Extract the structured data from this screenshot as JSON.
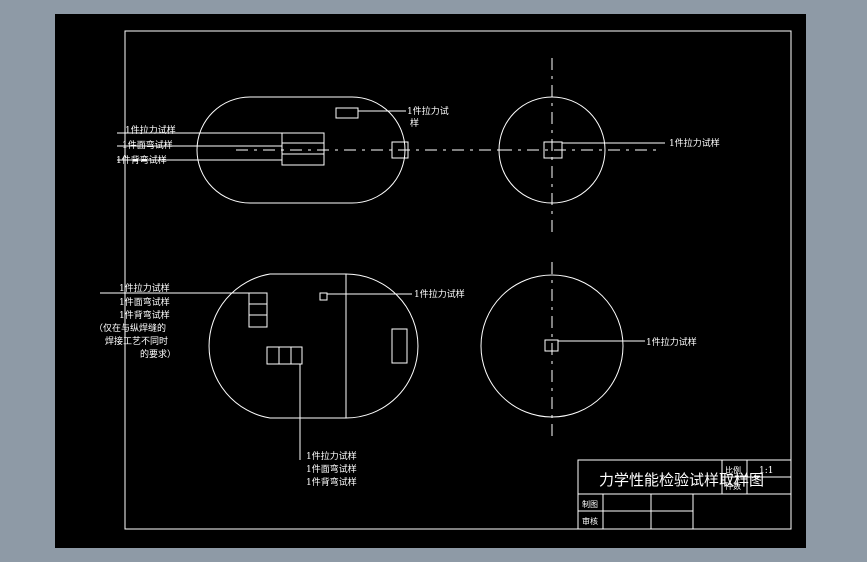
{
  "title_block": {
    "drawing_title": "力学性能检验试样取样图",
    "scale_label": "比例",
    "scale_value": "1:1",
    "count_label": "件数",
    "drawn_label": "制图",
    "checked_label": "审核"
  },
  "labels": {
    "top_left_tensile_right_line1": "1件拉力试",
    "top_left_tensile_right_line2": "样",
    "top_left_tensile_left": "1件拉力试样",
    "top_left_face_bend": "1件面弯试样",
    "top_left_back_bend": "1件背弯试样",
    "top_right_tensile": "1件拉力试样",
    "bottom_left_tensile": "1件拉力试样",
    "bottom_left_face_bend": "1件面弯试样",
    "bottom_left_back_bend": "1件背弯试样",
    "bottom_left_note_line1": "（仅在与纵焊缝的",
    "bottom_left_note_line2": "焊接工艺不同时",
    "bottom_left_note_line3": "的要求）",
    "bottom_left_tensile_right": "1件拉力试样",
    "bottom_center_tensile": "1件拉力试样",
    "bottom_center_face_bend": "1件面弯试样",
    "bottom_center_back_bend": "1件背弯试样",
    "bottom_right_tensile": "1件拉力试样"
  },
  "colors": {
    "background": "#000000",
    "line": "#ffffff",
    "frame": "#8e9aa6"
  }
}
